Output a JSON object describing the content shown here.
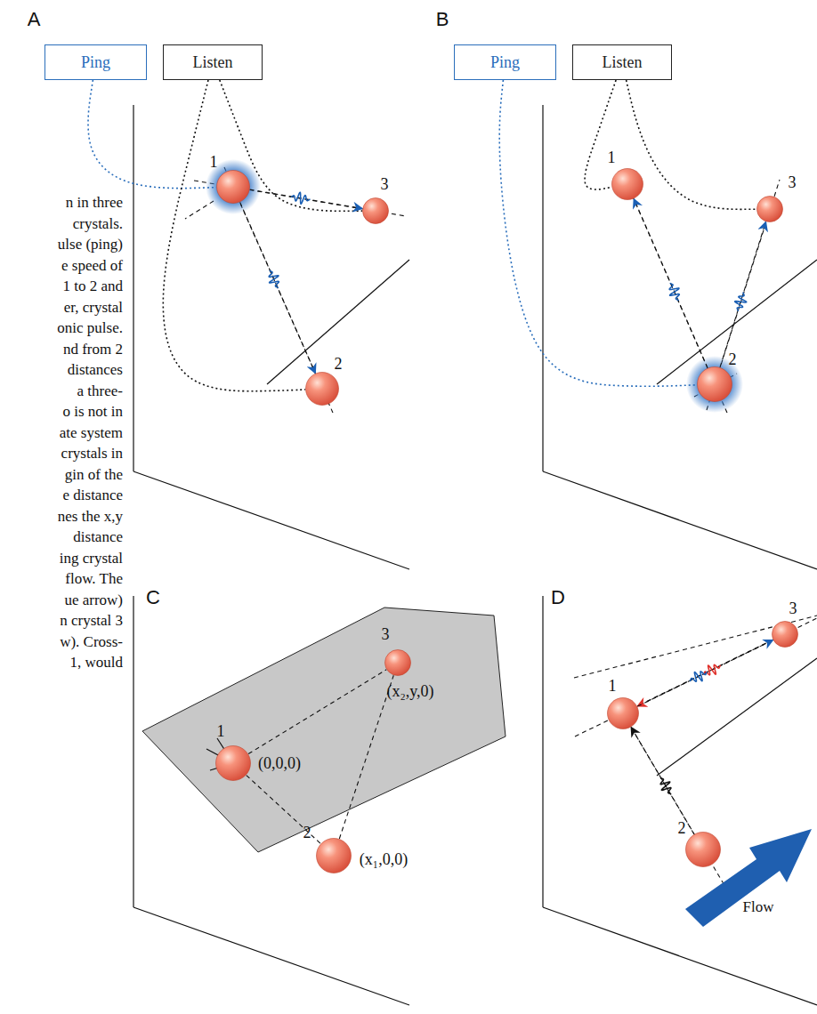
{
  "diagram": {
    "nodes": [
      {
        "text": [
          "Ping"
        ]
      },
      {
        "text": [
          "Listen"
        ]
      },
      {
        "text": [
          "1"
        ]
      },
      {
        "text": [
          "2"
        ]
      },
      {
        "text": [
          "3"
        ]
      },
      {
        "text": [
          "Ping"
        ]
      },
      {
        "text": [
          "Listen"
        ]
      },
      {
        "text": [
          "1"
        ]
      },
      {
        "text": [
          "2"
        ]
      },
      {
        "text": [
          "3"
        ]
      },
      {
        "text": [
          "1",
          "(0,0,0)"
        ]
      },
      {
        "text": [
          "2",
          "(x₁,0,0)"
        ]
      },
      {
        "text": [
          "3",
          "(x₂,y,0)"
        ]
      },
      {
        "text": [
          "1"
        ]
      },
      {
        "text": [
          "2"
        ]
      },
      {
        "text": [
          "3"
        ]
      }
    ],
    "edges": [
      {
        "from": 0,
        "to": 2,
        "arrow": "none"
      },
      {
        "from": 1,
        "to": 3,
        "arrow": "none"
      },
      {
        "from": 1,
        "to": 4,
        "arrow": "none"
      },
      {
        "from": 2,
        "to": 3,
        "arrow": "to"
      },
      {
        "from": 2,
        "to": 4,
        "arrow": "to"
      },
      {
        "from": 5,
        "to": 8,
        "arrow": "none"
      },
      {
        "from": 6,
        "to": 7,
        "arrow": "none"
      },
      {
        "from": 6,
        "to": 9,
        "arrow": "none"
      },
      {
        "from": 8,
        "to": 7,
        "arrow": "to"
      },
      {
        "from": 8,
        "to": 9,
        "arrow": "to"
      },
      {
        "from": 10,
        "to": 11,
        "arrow": "none"
      },
      {
        "from": 10,
        "to": 12,
        "arrow": "none"
      },
      {
        "from": 11,
        "to": 12,
        "arrow": "none"
      },
      {
        "from": 15,
        "to": 13,
        "arrow": "to"
      },
      {
        "from": 13,
        "to": 15,
        "arrow": "to"
      },
      {
        "from": 14,
        "to": 13,
        "arrow": "to"
      }
    ],
    "labels": [
      "A",
      "B",
      "C",
      "D",
      "Flow",
      "n in three",
      "crystals.",
      "ulse (ping)",
      "e speed of",
      "1 to 2 and",
      "er, crystal",
      "onic pulse.",
      "nd from 2",
      "distances",
      "a three-",
      "o is not in",
      "ate system",
      "crystals in",
      "gin of the",
      "e distance",
      "nes the x,y",
      "distance",
      "ing crystal",
      "flow. The",
      "ue arrow)",
      "n crystal 3",
      "w). Cross-",
      "1, would"
    ]
  }
}
